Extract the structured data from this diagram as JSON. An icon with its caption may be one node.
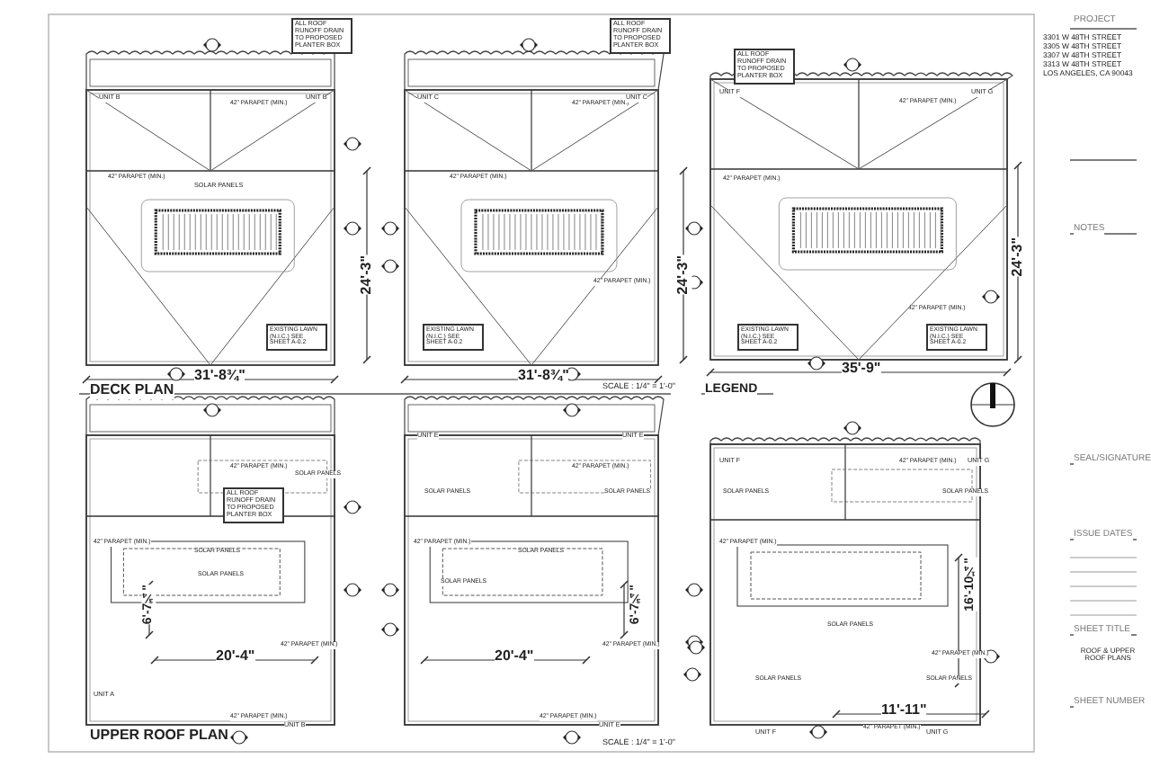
{
  "diagram": {
    "labels": [
      "ALL ROOF RUNOFF DRAIN TO PROPOSED PLANTER BOX",
      "ALL ROOF RUNOFF DRAIN TO PROPOSED PLANTER BOX",
      "ALL ROOF RUNOFF DRAIN TO PROPOSED PLANTER BOX",
      "PROJECT",
      "3301 W 48TH STREET",
      "3305 W 48TH STREET",
      "3307 W 48TH STREET",
      "3313 W 48TH STREET",
      "LOS ANGELES, CA 90043",
      "UNIT B",
      "42\" PARAPET (MIN.)",
      "UNIT B",
      "42\" PARAPET (MIN.)",
      "SOLAR PANELS",
      "EXISTING LAWN (N.I.C.) SEE SHEET A-0.2",
      "24'-3\"",
      "31'-8¾\"",
      "DECK PLAN",
      "UNIT C",
      "42\" PARAPET (MIN.)",
      "UNIT C",
      "42\" PARAPET (MIN.)",
      "42\" PARAPET (MIN.)",
      "EXISTING LAWN (N.I.C.) SEE SHEET A-0.2",
      "31'-8¾\"",
      "24'-3\"",
      "SCALE : 1/4\" = 1'-0\"",
      "UNIT F",
      "42\" PARAPET (MIN.)",
      "UNIT G",
      "42\" PARAPET (MIN.)",
      "42\" PARAPET (MIN.)",
      "EXISTING LAWN (N.I.C.) SEE SHEET A-0.2",
      "EXISTING LAWN (N.I.C.) SEE SHEET A-0.2",
      "35'-9\"",
      "24'-3\"",
      "LEGEND",
      "42\" PARAPET (MIN.)",
      "SOLAR PANELS",
      "ALL ROOF RUNOFF DRAIN TO PROPOSED PLANTER BOX",
      "42\" PARAPET (MIN.)",
      "SOLAR PANELS",
      "SOLAR PANELS",
      "6'-7¾\"",
      "20'-4\"",
      "42\" PARAPET (MIN.)",
      "UNIT A",
      "42\" PARAPET (MIN.)",
      "UNIT B",
      "UPPER ROOF PLAN",
      "UNIT E",
      "UNIT E",
      "42\" PARAPET (MIN.)",
      "SOLAR PANELS",
      "SOLAR PANELS",
      "42\" PARAPET (MIN.)",
      "SOLAR PANELS",
      "SOLAR PANELS",
      "6'-7¾\"",
      "20'-4\"",
      "42\" PARAPET (MIN.)",
      "42\" PARAPET (MIN.)",
      "UNIT E",
      "SCALE : 1/4\" = 1'-0\"",
      "UNIT F",
      "SOLAR PANELS",
      "42\" PARAPET (MIN.)",
      "UNIT G",
      "SOLAR PANELS",
      "42\" PARAPET (MIN.)",
      "SOLAR PANELS",
      "16'-10¼\"",
      "42\" PARAPET (MIN.)",
      "SOLAR PANELS",
      "SOLAR PANELS",
      "11'-11\"",
      "42\" PARAPET (MIN.)",
      "UNIT F",
      "UNIT G",
      "NOTES",
      "SEAL/SIGNATURE",
      "ISSUE DATES",
      "SHEET TITLE",
      "ROOF & UPPER ROOF PLANS",
      "SHEET NUMBER"
    ]
  }
}
